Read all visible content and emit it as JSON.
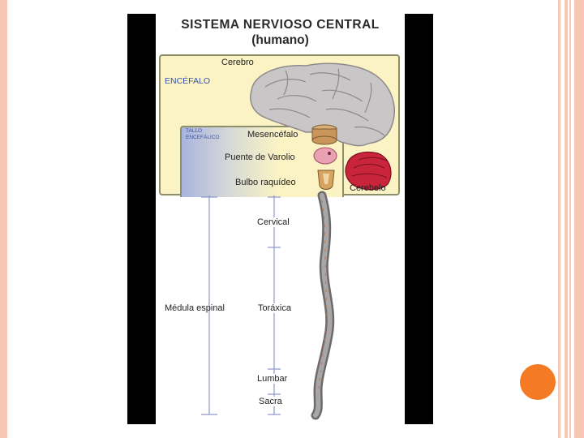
{
  "title_line1": "SISTEMA  NERVIOSO  CENTRAL",
  "title_line2": "(humano)",
  "encefalo": "ENCÉFALO",
  "cerebro": "Cerebro",
  "tallo_line1": "TALLO",
  "tallo_line2": "ENCEFÁLICO",
  "mesencefalo": "Mesencéfalo",
  "puente": "Puente de Varolio",
  "bulbo": "Bulbo raquídeo",
  "cerebelo": "Cerebelo",
  "medula": "Médula espinal",
  "cervical": "Cervical",
  "toraxica": "Toráxica",
  "lumbar": "Lumbar",
  "sacra": "Sacra",
  "colors": {
    "border_accent": "#f6c7b5",
    "bullet": "#f47a24",
    "encefalo_fill": "#fbf3c4",
    "label_blue": "#3a53a4"
  }
}
